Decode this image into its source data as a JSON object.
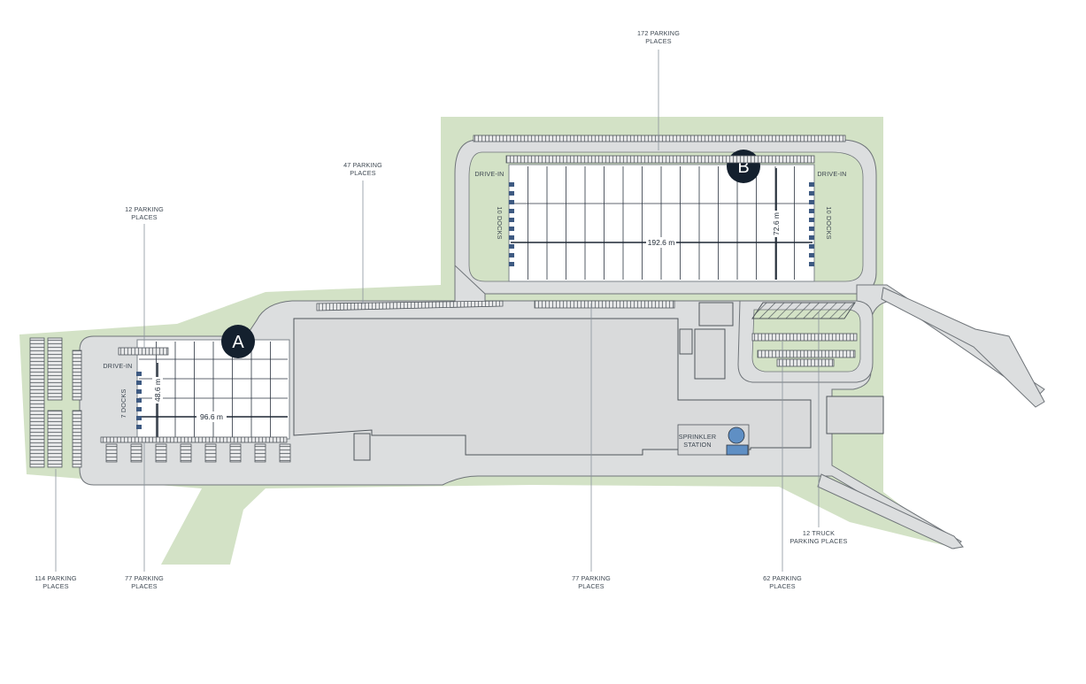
{
  "buildings": {
    "a": {
      "badge": "A",
      "length": "96.6 m",
      "width": "48.6 m",
      "drive_in": "DRIVE-IN",
      "docks": "7 DOCKS"
    },
    "b": {
      "badge": "B",
      "length": "192.6 m",
      "width": "72.6 m",
      "drive_in_left": "DRIVE-IN",
      "drive_in_right": "DRIVE-IN",
      "docks_left": "10 DOCKS",
      "docks_right": "10 DOCKS"
    }
  },
  "sprinkler": {
    "line1": "SPRINKLER",
    "line2": "STATION"
  },
  "parking": [
    {
      "line1": "172 PARKING",
      "line2": "PLACES"
    },
    {
      "line1": "47 PARKING",
      "line2": "PLACES"
    },
    {
      "line1": "12 PARKING",
      "line2": "PLACES"
    },
    {
      "line1": "114 PARKING",
      "line2": "PLACES"
    },
    {
      "line1": "77 PARKING",
      "line2": "PLACES"
    },
    {
      "line1": "77 PARKING",
      "line2": "PLACES"
    },
    {
      "line1": "62 PARKING",
      "line2": "PLACES"
    },
    {
      "line1": "12 TRUCK",
      "line2": "PARKING PLACES"
    }
  ],
  "colors": {
    "landscape": "#d3e2c6",
    "road": "#dcdedf",
    "building": "#d9dadb",
    "warehouse": "#ffffff",
    "badge": "#14202e",
    "dock": "#3e5a82",
    "sprinkler": "#5f8fc4"
  }
}
